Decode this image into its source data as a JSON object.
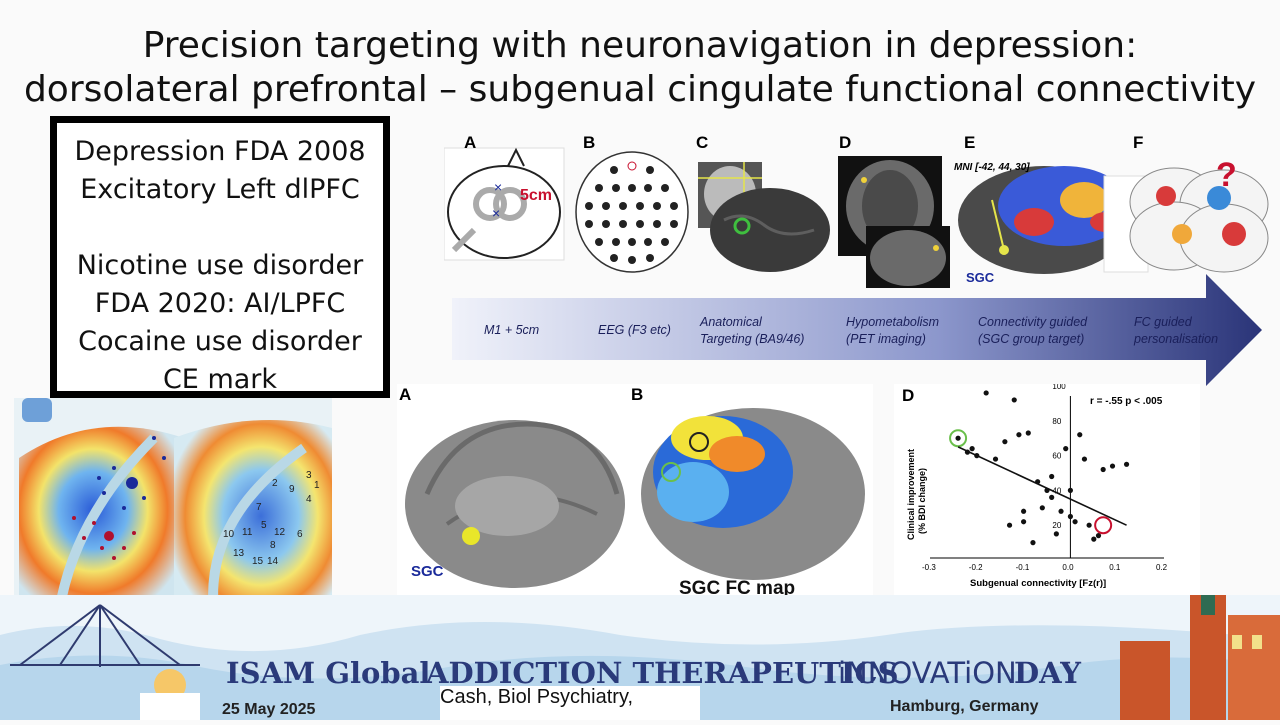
{
  "slide": {
    "title_line1": "Precision targeting with neuronavigation in depression:",
    "title_line2": "dorsolateral prefrontal – subgenual cingulate functional connectivity"
  },
  "infobox": {
    "line1": "Depression FDA 2008",
    "line2": "Excitatory Left dlPFC",
    "line3": "Nicotine use disorder",
    "line4": "FDA 2020: AI/LPFC",
    "line5": "Cocaine use disorder",
    "line6": "CE mark"
  },
  "top_figure": {
    "panels": [
      "A",
      "B",
      "C",
      "D",
      "E",
      "F"
    ],
    "panel_a_label": "5cm",
    "panel_e_label": "MNI [-42, 44, 30]",
    "panel_e_sgc": "SGC",
    "arrow_labels": [
      [
        "M1 + 5cm"
      ],
      [
        "EEG (F3 etc)"
      ],
      [
        "Anatomical",
        "Targeting (BA9/46)"
      ],
      [
        "Hypometabolism",
        "(PET imaging)"
      ],
      [
        "Connectivity guided",
        "(SGC group target)"
      ],
      [
        "FC guided",
        "personalisation"
      ]
    ]
  },
  "left_figure": {
    "numbers": [
      "1",
      "2",
      "3",
      "4",
      "5",
      "6",
      "7",
      "8",
      "9",
      "10",
      "11",
      "12",
      "13",
      "14",
      "15"
    ]
  },
  "middle_figure": {
    "panel_a": "A",
    "panel_b": "B",
    "sgc_label": "SGC",
    "sgc_fc_label": "SGC FC map"
  },
  "scatter": {
    "panel": "D",
    "stat": "r = -.55 p < .005",
    "ylabel_line1": "Clinical improvement",
    "ylabel_line2": "(% BDI change)",
    "xlabel": "Subgenual connectivity [Fz(r)]",
    "xticks": [
      "-0.3",
      "-0.2",
      "-0.1",
      "0.0",
      "0.1",
      "0.2"
    ],
    "yticks": [
      "100",
      "80",
      "60",
      "40",
      "20"
    ]
  },
  "chart_data": {
    "type": "scatter",
    "title": "",
    "xlabel": "Subgenual connectivity [Fz(r)]",
    "ylabel": "Clinical improvement (% BDI change)",
    "xlim": [
      -0.3,
      0.2
    ],
    "ylim": [
      0,
      100
    ],
    "x": [
      -0.24,
      -0.22,
      -0.2,
      -0.18,
      -0.16,
      -0.14,
      -0.12,
      -0.11,
      -0.1,
      -0.09,
      -0.08,
      -0.07,
      -0.06,
      -0.05,
      -0.04,
      -0.03,
      -0.02,
      -0.01,
      0.0,
      0.0,
      0.01,
      0.02,
      0.03,
      0.04,
      0.05,
      0.06,
      0.07,
      0.09,
      0.12,
      -0.21,
      -0.13,
      -0.1,
      -0.04
    ],
    "y": [
      70,
      62,
      60,
      96,
      58,
      68,
      92,
      72,
      22,
      73,
      10,
      45,
      30,
      40,
      48,
      15,
      28,
      64,
      25,
      40,
      22,
      72,
      58,
      20,
      12,
      14,
      52,
      54,
      55,
      64,
      20,
      28,
      36
    ],
    "highlighted": [
      {
        "x": -0.24,
        "y": 70,
        "color": "#6abf4b"
      },
      {
        "x": 0.07,
        "y": 20,
        "color": "#c8102e"
      }
    ],
    "regression": {
      "x": [
        -0.24,
        0.12
      ],
      "y": [
        65,
        20
      ]
    }
  },
  "footer": {
    "banner_left": "ISAM Global",
    "banner_mid": "ADDICTION THERAPEUTICS",
    "banner_innov": "iNNOVATiON",
    "banner_day": "DAY",
    "date": "25 May 2025",
    "location": "Hamburg, Germany",
    "citation": "Cash, Biol Psychiatry,"
  },
  "colors": {
    "arrow_dark": "#2a3478",
    "arrow_light": "#e8ecf7",
    "banner_blue": "#2a3a7a",
    "accent_red": "#c8102e",
    "accent_green": "#6abf4b"
  }
}
